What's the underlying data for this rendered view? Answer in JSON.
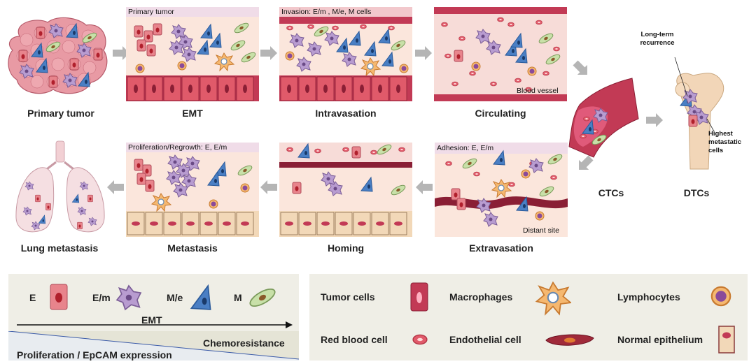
{
  "stages": {
    "primary_tumor": "Primary tumor",
    "emt": "EMT",
    "intravasation": "Intravasation",
    "circulating": "Circulating",
    "ctcs": "CTCs",
    "dtcs": "DTCs",
    "extravasation": "Extravasation",
    "homing": "Homing",
    "metastasis": "Metastasis",
    "lung_metastasis": "Lung metastasis"
  },
  "panel_tags": {
    "emt": "Primary tumor",
    "intravasation": "Invasion: E/m , M/e, M cells",
    "circulating": "Blood vessel",
    "metastasis": "Proliferation/Regrowth: E, E/m",
    "extravasation_top": "Adhesion: E, E/m",
    "extravasation_bottom": "Distant site"
  },
  "bone_notes": {
    "recurrence": "Long-term recurrence",
    "highest": "Highest metastatic cells"
  },
  "legend_left": {
    "cell_types": [
      "E",
      "E/m",
      "M/e",
      "M"
    ],
    "emt_arrow": "EMT",
    "chemoresistance": "Chemoresistance",
    "proliferation": "Proliferation / EpCAM expression"
  },
  "legend_right": {
    "tumor_cells": "Tumor cells",
    "macrophages": "Macrophages",
    "lymphocytes": "Lymphocytes",
    "red_blood_cell": "Red blood cell",
    "endothelial_cell": "Endothelial cell",
    "normal_epithelium": "Normal epithelium"
  },
  "colors": {
    "e_cell": "#e8848c",
    "em_cell": "#b89cd0",
    "me_cell": "#4a7fc4",
    "m_cell": "#c8e0a8",
    "macrophage": "#f5b870",
    "vessel": "#c23a55",
    "panel_bg": "#fbe6dc",
    "legend_bg": "#efeee6",
    "arrow": "#b5b5b5"
  }
}
